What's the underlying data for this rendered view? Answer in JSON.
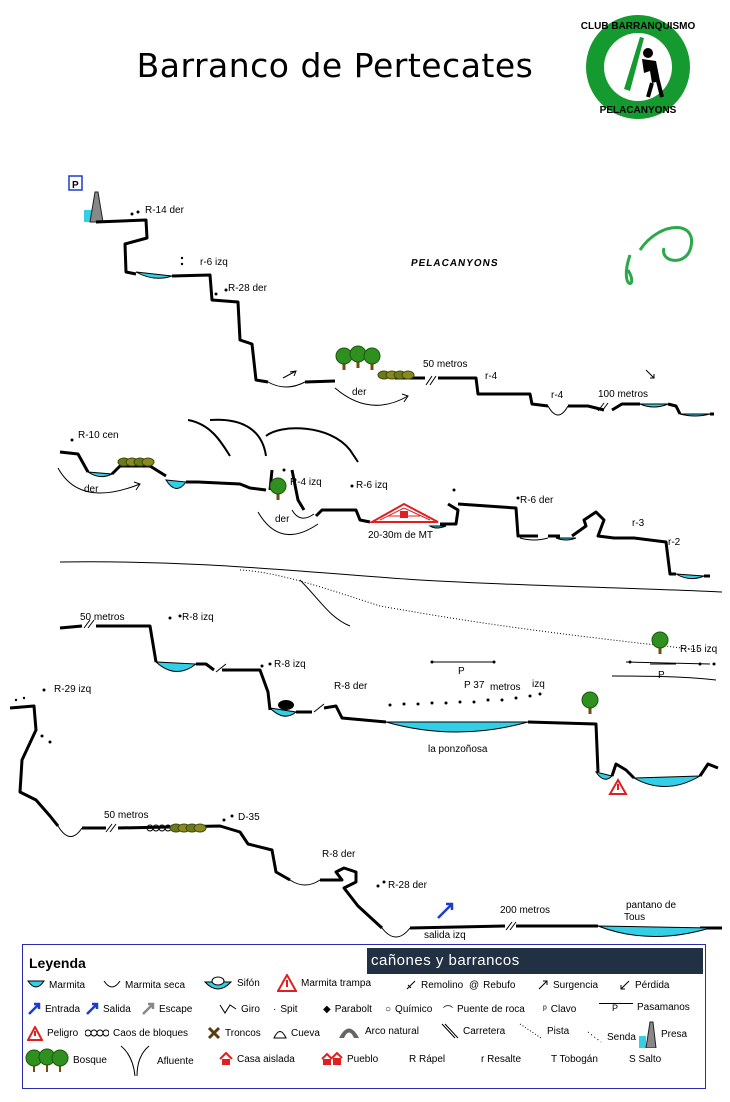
{
  "title": "Barranco de Pertecates",
  "club": {
    "top": "CLUB BARRANQUISMO",
    "bottom": "PELACANYONS"
  },
  "brand": "PELACANYONS",
  "labels": [
    {
      "id": "p-top",
      "text": "P"
    },
    {
      "id": "r14",
      "text": "R-14 der"
    },
    {
      "id": "r6a",
      "text": "r-6 izq"
    },
    {
      "id": "r28a",
      "text": "R-28 der"
    },
    {
      "id": "m50a",
      "text": "50 metros"
    },
    {
      "id": "r4a",
      "text": "r-4"
    },
    {
      "id": "r4b",
      "text": "r-4"
    },
    {
      "id": "m100",
      "text": "100 metros"
    },
    {
      "id": "dera",
      "text": "der"
    },
    {
      "id": "r10",
      "text": "R-10 cen"
    },
    {
      "id": "derb",
      "text": "der"
    },
    {
      "id": "r4izq",
      "text": "R-4 izq"
    },
    {
      "id": "derc",
      "text": "der"
    },
    {
      "id": "r6izq",
      "text": "R-6 izq"
    },
    {
      "id": "mt",
      "text": "20-30m de MT"
    },
    {
      "id": "r6der",
      "text": "R-6 der"
    },
    {
      "id": "r3",
      "text": "r-3"
    },
    {
      "id": "r2",
      "text": "r-2"
    },
    {
      "id": "m50b",
      "text": "50 metros"
    },
    {
      "id": "r8a",
      "text": "R-8 izq"
    },
    {
      "id": "r8b",
      "text": "R-8 izq"
    },
    {
      "id": "r15",
      "text": "R-15 izq"
    },
    {
      "id": "p-right",
      "text": "P"
    },
    {
      "id": "p37",
      "text": "P 37"
    },
    {
      "id": "metros37",
      "text": "metros"
    },
    {
      "id": "izq37",
      "text": "izq"
    },
    {
      "id": "p-mid",
      "text": "P"
    },
    {
      "id": "r29",
      "text": "R-29 izq"
    },
    {
      "id": "r8der",
      "text": "R-8 der"
    },
    {
      "id": "ponz",
      "text": "la ponzoñosa"
    },
    {
      "id": "m50c",
      "text": "50 metros"
    },
    {
      "id": "d35",
      "text": "D-35"
    },
    {
      "id": "r8der2",
      "text": "R-8 der"
    },
    {
      "id": "r28b",
      "text": "R-28 der"
    },
    {
      "id": "m200",
      "text": "200 metros"
    },
    {
      "id": "pant1",
      "text": "pantano de"
    },
    {
      "id": "pant2",
      "text": "Tous"
    },
    {
      "id": "salida",
      "text": "salida izq"
    }
  ],
  "legend": {
    "title": "Leyenda",
    "banner": "cañones y barrancos",
    "items": [
      {
        "id": "marmita",
        "label": "Marmita",
        "icon": "marmita-icon"
      },
      {
        "id": "marmita-seca",
        "label": "Marmita seca",
        "icon": "dry-pothole-icon"
      },
      {
        "id": "sifon",
        "label": "Sifón",
        "icon": "siphon-icon"
      },
      {
        "id": "marmita-trampa",
        "label": "Marmita trampa",
        "icon": "warning-triangle-icon"
      },
      {
        "id": "remolino",
        "label": "Remolino",
        "icon": "whirlpool-icon"
      },
      {
        "id": "rebufo",
        "label": "Rebufo",
        "icon": "at-icon"
      },
      {
        "id": "surgencia",
        "label": "Surgencia",
        "icon": "spring-arrow-icon"
      },
      {
        "id": "perdida",
        "label": "Pérdida",
        "icon": "loss-arrow-icon"
      },
      {
        "id": "entrada",
        "label": "Entrada",
        "icon": "entry-arrow-icon"
      },
      {
        "id": "salida",
        "label": "Salida",
        "icon": "exit-arrow-icon"
      },
      {
        "id": "escape",
        "label": "Escape",
        "icon": "escape-arrow-icon"
      },
      {
        "id": "giro",
        "label": "Giro",
        "icon": "turn-icon"
      },
      {
        "id": "spit",
        "label": "Spit",
        "icon": "spit-icon"
      },
      {
        "id": "parabolt",
        "label": "Parabolt",
        "icon": "parabolt-icon"
      },
      {
        "id": "quimico",
        "label": "Químico",
        "icon": "chemical-icon"
      },
      {
        "id": "puente",
        "label": "Puente de roca",
        "icon": "rock-bridge-icon"
      },
      {
        "id": "clavo",
        "label": "Clavo",
        "icon": "piton-icon"
      },
      {
        "id": "pasamanos",
        "label": "Pasamanos",
        "icon": "handline-icon",
        "glyph": "P"
      },
      {
        "id": "peligro",
        "label": "Peligro",
        "icon": "danger-icon"
      },
      {
        "id": "caos",
        "label": "Caos de bloques",
        "icon": "boulders-icon"
      },
      {
        "id": "troncos",
        "label": "Troncos",
        "icon": "logs-icon"
      },
      {
        "id": "cueva",
        "label": "Cueva",
        "icon": "cave-icon"
      },
      {
        "id": "arco",
        "label": "Arco natural",
        "icon": "arch-icon"
      },
      {
        "id": "carretera",
        "label": "Carretera",
        "icon": "road-icon"
      },
      {
        "id": "pista",
        "label": "Pista",
        "icon": "track-icon"
      },
      {
        "id": "senda",
        "label": "Senda",
        "icon": "path-icon"
      },
      {
        "id": "presa",
        "label": "Presa",
        "icon": "dam-icon"
      },
      {
        "id": "bosque",
        "label": "Bosque",
        "icon": "forest-icon"
      },
      {
        "id": "afluente",
        "label": "Afluente",
        "icon": "tributary-icon"
      },
      {
        "id": "casa",
        "label": "Casa aislada",
        "icon": "house-icon"
      },
      {
        "id": "pueblo",
        "label": "Pueblo",
        "icon": "village-icon"
      },
      {
        "id": "rapel",
        "label": "R Rápel",
        "icon": ""
      },
      {
        "id": "resalte",
        "label": "r Resalte",
        "icon": ""
      },
      {
        "id": "tobogan",
        "label": "T Tobogán",
        "icon": ""
      },
      {
        "id": "salto",
        "label": "S Salto",
        "icon": ""
      }
    ]
  },
  "colors": {
    "water": "#33cfe6",
    "tree_green": "#2f8f1f",
    "danger": "#e02020",
    "entry": "#1a3ec9",
    "club_green": "#159a2f",
    "brand_green": "#2aa84a"
  }
}
